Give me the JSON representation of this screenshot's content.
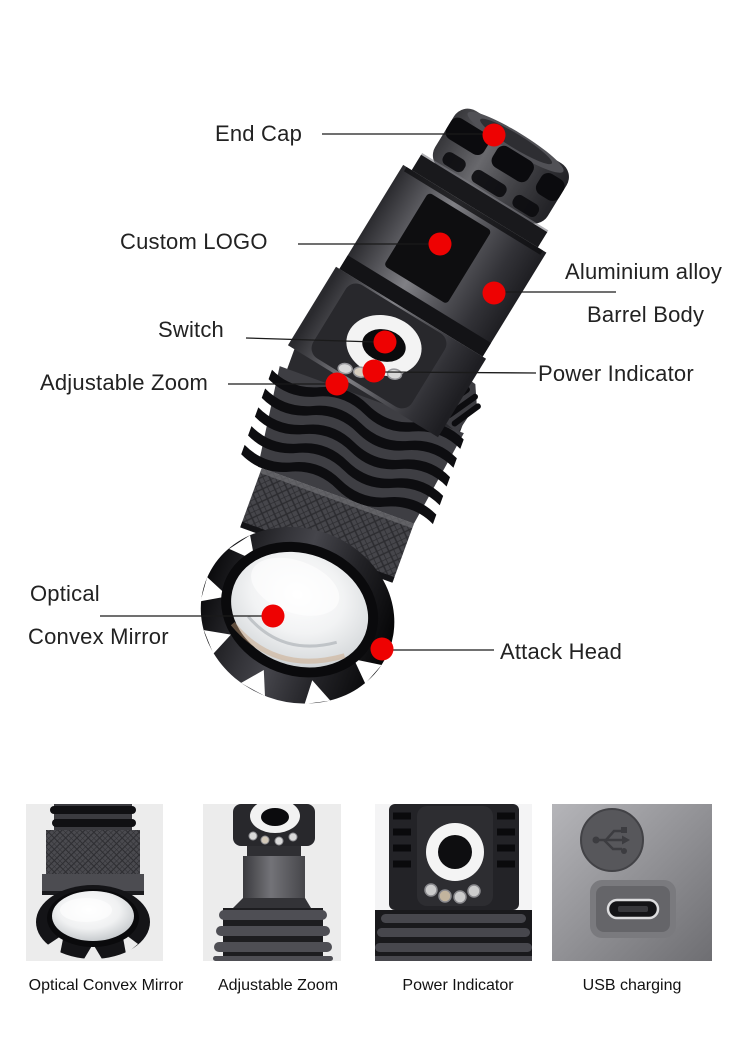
{
  "callouts": {
    "end_cap": "End Cap",
    "custom_logo": "Custom LOGO",
    "aluminium_alloy": "Aluminium alloy",
    "barrel_body": "Barrel Body",
    "switch": "Switch",
    "adjustable_zoom": "Adjustable Zoom",
    "power_indicator": "Power Indicator",
    "optical": "Optical",
    "convex_mirror": "Convex Mirror",
    "attack_head": "Attack Head"
  },
  "thumbnails": [
    {
      "caption": "Optical Convex Mirror"
    },
    {
      "caption": "Adjustable Zoom"
    },
    {
      "caption": "Power Indicator"
    },
    {
      "caption": "USB charging"
    }
  ],
  "colors": {
    "marker": "#ee0202",
    "leader_line": "#1a1a1a",
    "label_text": "#222222"
  }
}
